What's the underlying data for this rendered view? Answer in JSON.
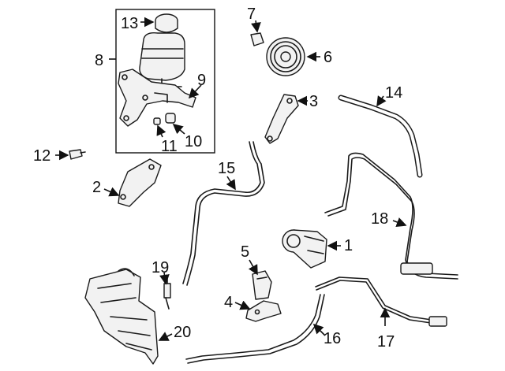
{
  "diagram": {
    "callouts": [
      {
        "id": "13",
        "label": "13"
      },
      {
        "id": "8",
        "label": "8"
      },
      {
        "id": "9",
        "label": "9"
      },
      {
        "id": "11",
        "label": "11"
      },
      {
        "id": "10",
        "label": "10"
      },
      {
        "id": "7",
        "label": "7"
      },
      {
        "id": "6",
        "label": "6"
      },
      {
        "id": "3",
        "label": "3"
      },
      {
        "id": "14",
        "label": "14"
      },
      {
        "id": "12",
        "label": "12"
      },
      {
        "id": "2",
        "label": "2"
      },
      {
        "id": "15",
        "label": "15"
      },
      {
        "id": "18",
        "label": "18"
      },
      {
        "id": "5",
        "label": "5"
      },
      {
        "id": "1",
        "label": "1"
      },
      {
        "id": "19",
        "label": "19"
      },
      {
        "id": "4",
        "label": "4"
      },
      {
        "id": "20",
        "label": "20"
      },
      {
        "id": "16",
        "label": "16"
      },
      {
        "id": "17",
        "label": "17"
      }
    ]
  }
}
